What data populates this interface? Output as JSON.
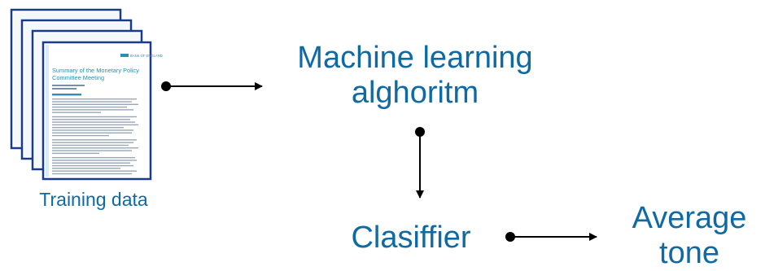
{
  "nodes": {
    "training_caption": "Training data",
    "ml_algorithm_line1": "Machine learning",
    "ml_algorithm_line2": "alghoritm",
    "classifier": "Clasiffier",
    "average_tone_line1": "Average",
    "average_tone_line2": "tone"
  },
  "document": {
    "logo_text": "BANK OF ENGLAND",
    "title_line1": "Summary of the Monetary Policy",
    "title_line2": "Committee Meeting"
  },
  "colors": {
    "text": "#0f6aa3",
    "page_border": "#1a3a8c",
    "title": "#2a8fb0",
    "arrow": "#000000"
  }
}
